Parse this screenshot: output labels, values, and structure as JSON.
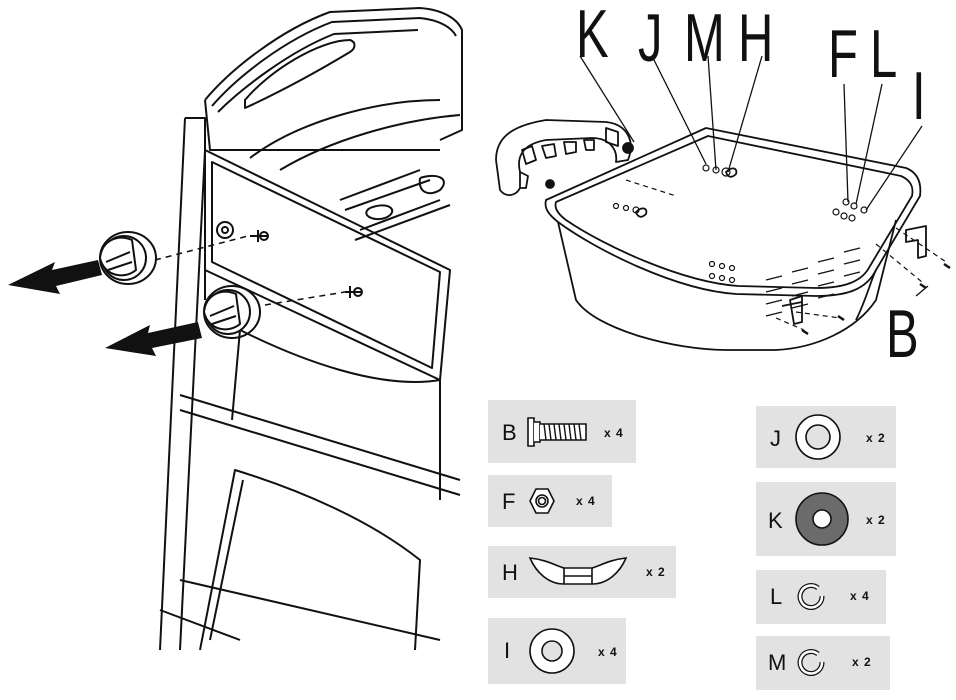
{
  "callouts": {
    "K": "K",
    "J": "J",
    "M": "M",
    "H": "H",
    "F": "F",
    "L": "L",
    "I": "I",
    "B": "B"
  },
  "parts": [
    {
      "letter": "B",
      "qty": "x 4",
      "icon": "bolt-icon"
    },
    {
      "letter": "F",
      "qty": "x 4",
      "icon": "hex-nut-icon"
    },
    {
      "letter": "H",
      "qty": "x 2",
      "icon": "bracket-icon"
    },
    {
      "letter": "I",
      "qty": "x 4",
      "icon": "flat-washer-icon"
    },
    {
      "letter": "J",
      "qty": "x 2",
      "icon": "washer-icon"
    },
    {
      "letter": "K",
      "qty": "x 2",
      "icon": "dark-washer-icon"
    },
    {
      "letter": "L",
      "qty": "x 4",
      "icon": "split-lock-washer-icon"
    },
    {
      "letter": "M",
      "qty": "x 2",
      "icon": "split-lock-washer-icon"
    }
  ],
  "colors": {
    "line": "#111111",
    "box": "#e2e2e2",
    "dark_washer": "#6b6b6b"
  }
}
